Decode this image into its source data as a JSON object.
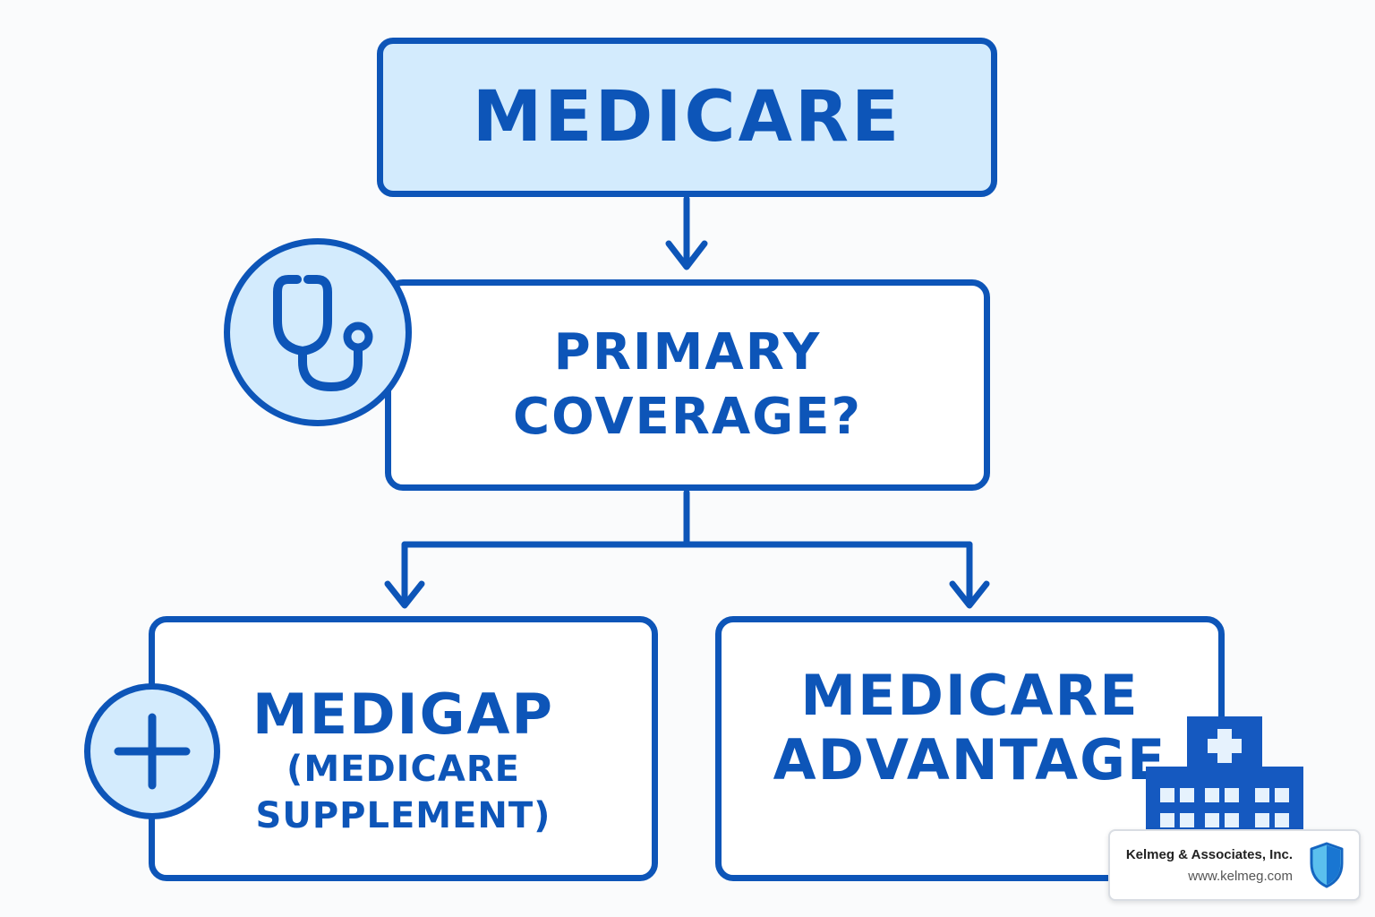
{
  "diagram": {
    "top_box": {
      "label": "MEDICARE"
    },
    "question_box": {
      "lines": [
        "PRIMARY",
        "COVERAGE?"
      ]
    },
    "left_box": {
      "title": "MEDIGAP",
      "subtitle_lines": [
        "(MEDICARE",
        "SUPPLEMENT)"
      ]
    },
    "right_box": {
      "lines": [
        "MEDICARE",
        "ADVANTAGE"
      ]
    }
  },
  "icons": {
    "question_box_icon": "stethoscope-icon",
    "left_box_icon": "plus-icon",
    "right_box_icon": "hospital-icon",
    "brand_icon": "shield-icon"
  },
  "brand": {
    "name": "Kelmeg & Associates, Inc.",
    "url": "www.kelmeg.com"
  },
  "colors": {
    "primary": "#0d55b8",
    "light_fill": "#d3ebfd",
    "background": "#fafbfc"
  }
}
